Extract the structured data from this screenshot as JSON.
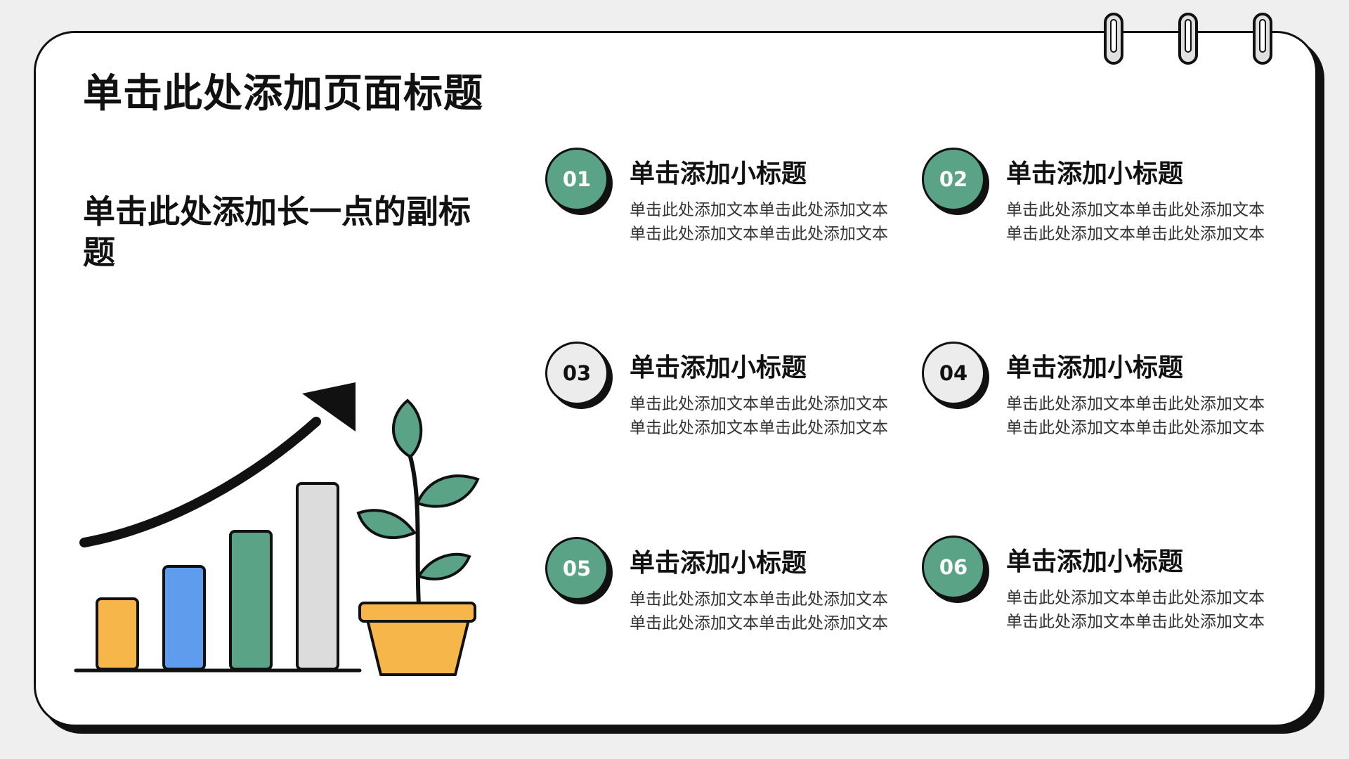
{
  "page": {
    "title": "单击此处添加页面标题",
    "subtitle": "单击此处添加长一点的副标题"
  },
  "items": [
    {
      "number": "01",
      "title": "单击添加小标题",
      "body": "单击此处添加文本单击此处添加文本单击此处添加文本单击此处添加文本",
      "badge_color": "#5aa386"
    },
    {
      "number": "02",
      "title": "单击添加小标题",
      "body": "单击此处添加文本单击此处添加文本单击此处添加文本单击此处添加文本",
      "badge_color": "#5aa386"
    },
    {
      "number": "03",
      "title": "单击添加小标题",
      "body": "单击此处添加文本单击此处添加文本单击此处添加文本单击此处添加文本",
      "badge_color": "#ececec"
    },
    {
      "number": "04",
      "title": "单击添加小标题",
      "body": "单击此处添加文本单击此处添加文本单击此处添加文本单击此处添加文本",
      "badge_color": "#ececec"
    },
    {
      "number": "05",
      "title": "单击添加小标题",
      "body": "单击此处添加文本单击此处添加文本单击此处添加文本单击此处添加文本",
      "badge_color": "#5aa386"
    },
    {
      "number": "06",
      "title": "单击添加小标题",
      "body": "单击此处添加文本单击此处添加文本单击此处添加文本单击此处添加文本",
      "badge_color": "#5aa386"
    }
  ],
  "illustration": {
    "icons": [
      "growth-arrow-icon",
      "bar-chart-icon",
      "potted-plant-icon",
      "binder-ring-icon"
    ],
    "colors": {
      "orange": "#f7b64a",
      "blue": "#5f9ced",
      "green": "#5aa386",
      "gray": "#dcdcdc"
    }
  }
}
